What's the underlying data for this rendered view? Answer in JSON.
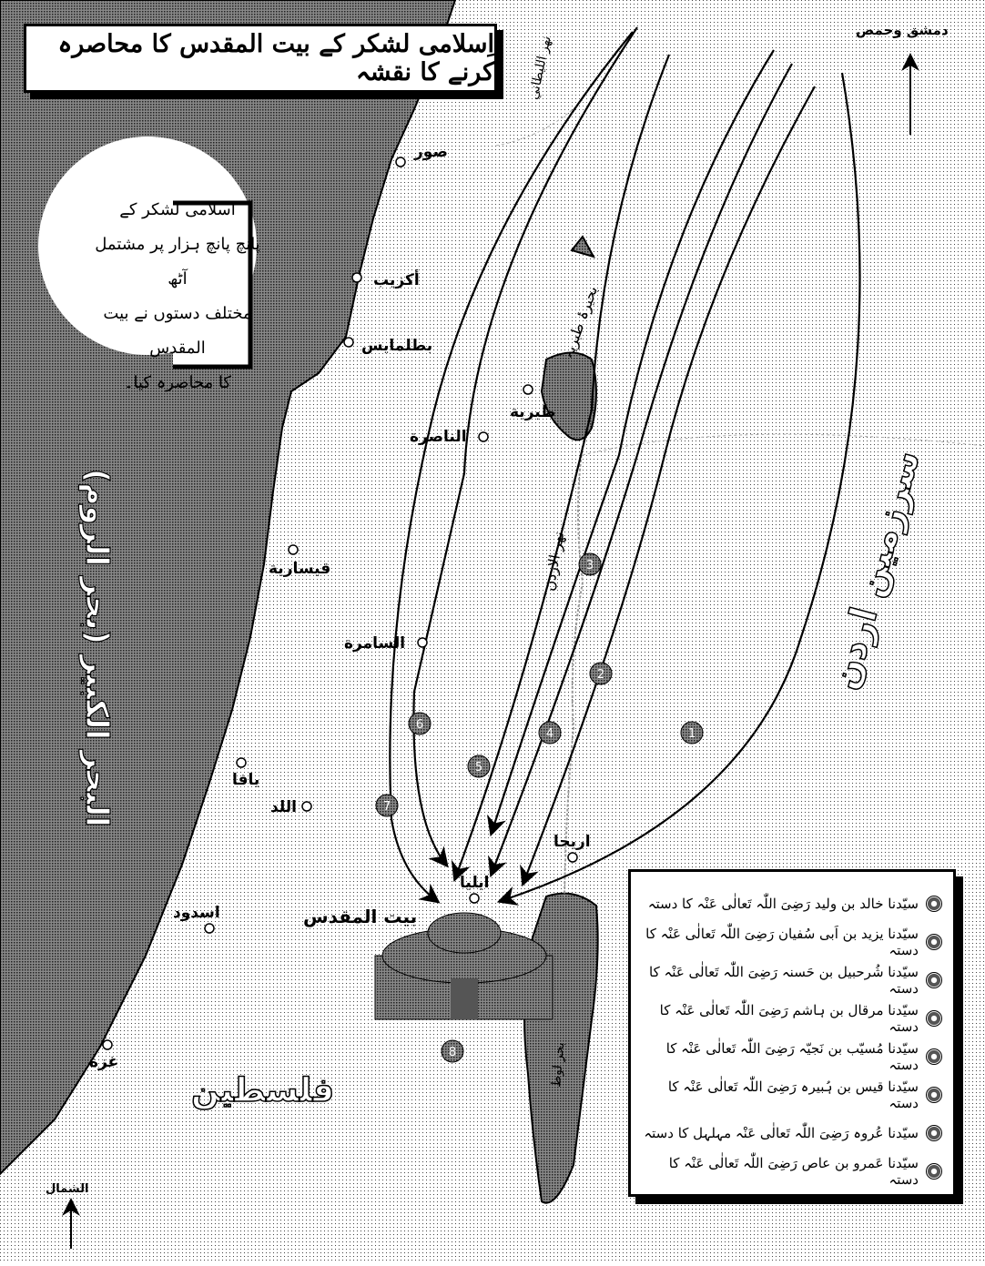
{
  "title": "اِسلامی لشکر کے بیت المقدس کا محاصرہ کرنے کا نقشہ",
  "note_lines": [
    "اسلامی لشکر کے",
    "پانچ پانچ ہزار پر مشتمل آٹھ",
    "مختلف دستوں نے بیت المقدس",
    "کا محاصرہ کیا۔"
  ],
  "sea_label": "البحر الكبير (بحر الروم)",
  "region_label": "سرزمین اردن",
  "country_label": "فلسطين",
  "north_label": "الشمال",
  "damascus_label": "دمشق وحمص",
  "jerusalem_label": "بيت المقدس",
  "places": {
    "tyre": "صور",
    "akzib": "أكزيب",
    "ptolemais": "بطلمايس",
    "nazareth": "الناصرة",
    "tiberias": "طبرية",
    "caesarea": "قيسارية",
    "samaria": "السامرة",
    "jaffa": "يافا",
    "lod": "اللد",
    "jericho": "اريحا",
    "ilia": "ايليا",
    "ashdod": "اسدود",
    "gaza": "غزة"
  },
  "water_labels": {
    "litani": "نهر الليطاني",
    "tiberias_lake": "بحيرۂ طبریہ",
    "jordan_river": "نهر الاردن",
    "dead_sea": "بحر لوط"
  },
  "legend": [
    "سیّدنا خالد بن ولید رَضِیَ اللّٰہ تَعالٰی عَنْہ کا دستہ",
    "سیّدنا یزید بن اَبی سُفیان رَضِیَ اللّٰہ تَعالٰی عَنْہ کا دستہ",
    "سیّدنا شُرحبیل بن حَسنہ رَضِیَ اللّٰہ تَعالٰی عَنْہ کا دستہ",
    "سیّدنا مرقال بن ہاشم رَضِیَ اللّٰہ تَعالٰی عَنْہ کا دستہ",
    "سیّدنا مُسیّب بن نَجیّہ رَضِیَ اللّٰہ تَعالٰی عَنْہ کا دستہ",
    "سیّدنا قیس بن ہُبیرہ رَضِیَ اللّٰہ تَعالٰی عَنْہ کا دستہ",
    "سیّدنا عُروہ رَضِیَ اللّٰہ تَعالٰی عَنْہ مہلہل کا دستہ",
    "سیّدنا عَمرو بن عاص رَضِیَ اللّٰہ تَعالٰی عَنْہ کا دستہ"
  ],
  "division_numbers": [
    "1",
    "2",
    "3",
    "4",
    "5",
    "6",
    "7",
    "8"
  ]
}
